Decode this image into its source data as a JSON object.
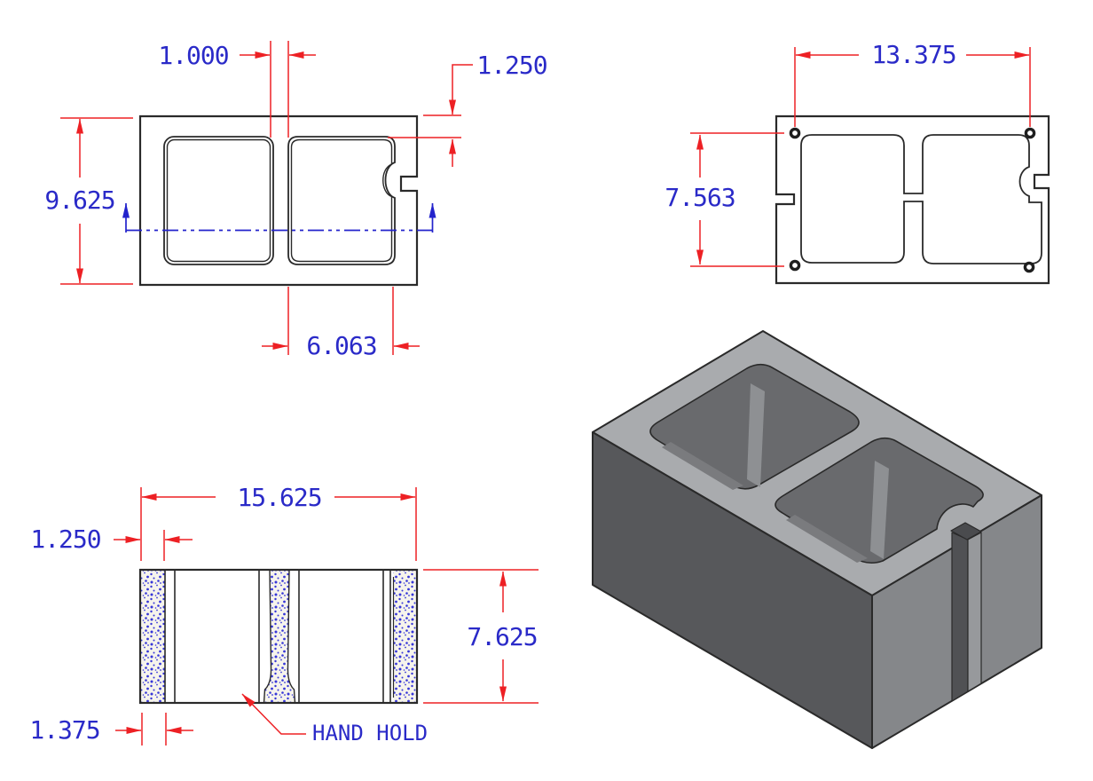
{
  "title": "Concrete masonry unit engineering drawing",
  "colors": {
    "line": "#2a2a2a",
    "dimension": "#ed2024",
    "annotation_text": "#2a2ac8",
    "stipple_dot": "#3636d8",
    "stipple_bg": "#f6f4ec",
    "iso_top_face": "#a9abae",
    "iso_front_face": "#57585b",
    "iso_end_face": "#85878a"
  },
  "views": {
    "plan": {
      "dims": {
        "web_width": "1.000",
        "face_shell": "1.250",
        "depth": "9.625",
        "core_width": "6.063"
      }
    },
    "bottom": {
      "dims": {
        "pin_span_horizontal": "13.375",
        "pin_span_vertical": "7.563"
      }
    },
    "front_section": {
      "dims": {
        "length": "15.625",
        "shell_top": "1.250",
        "height": "7.625",
        "shell_bottom": "1.375"
      },
      "callout": "HAND HOLD"
    }
  }
}
